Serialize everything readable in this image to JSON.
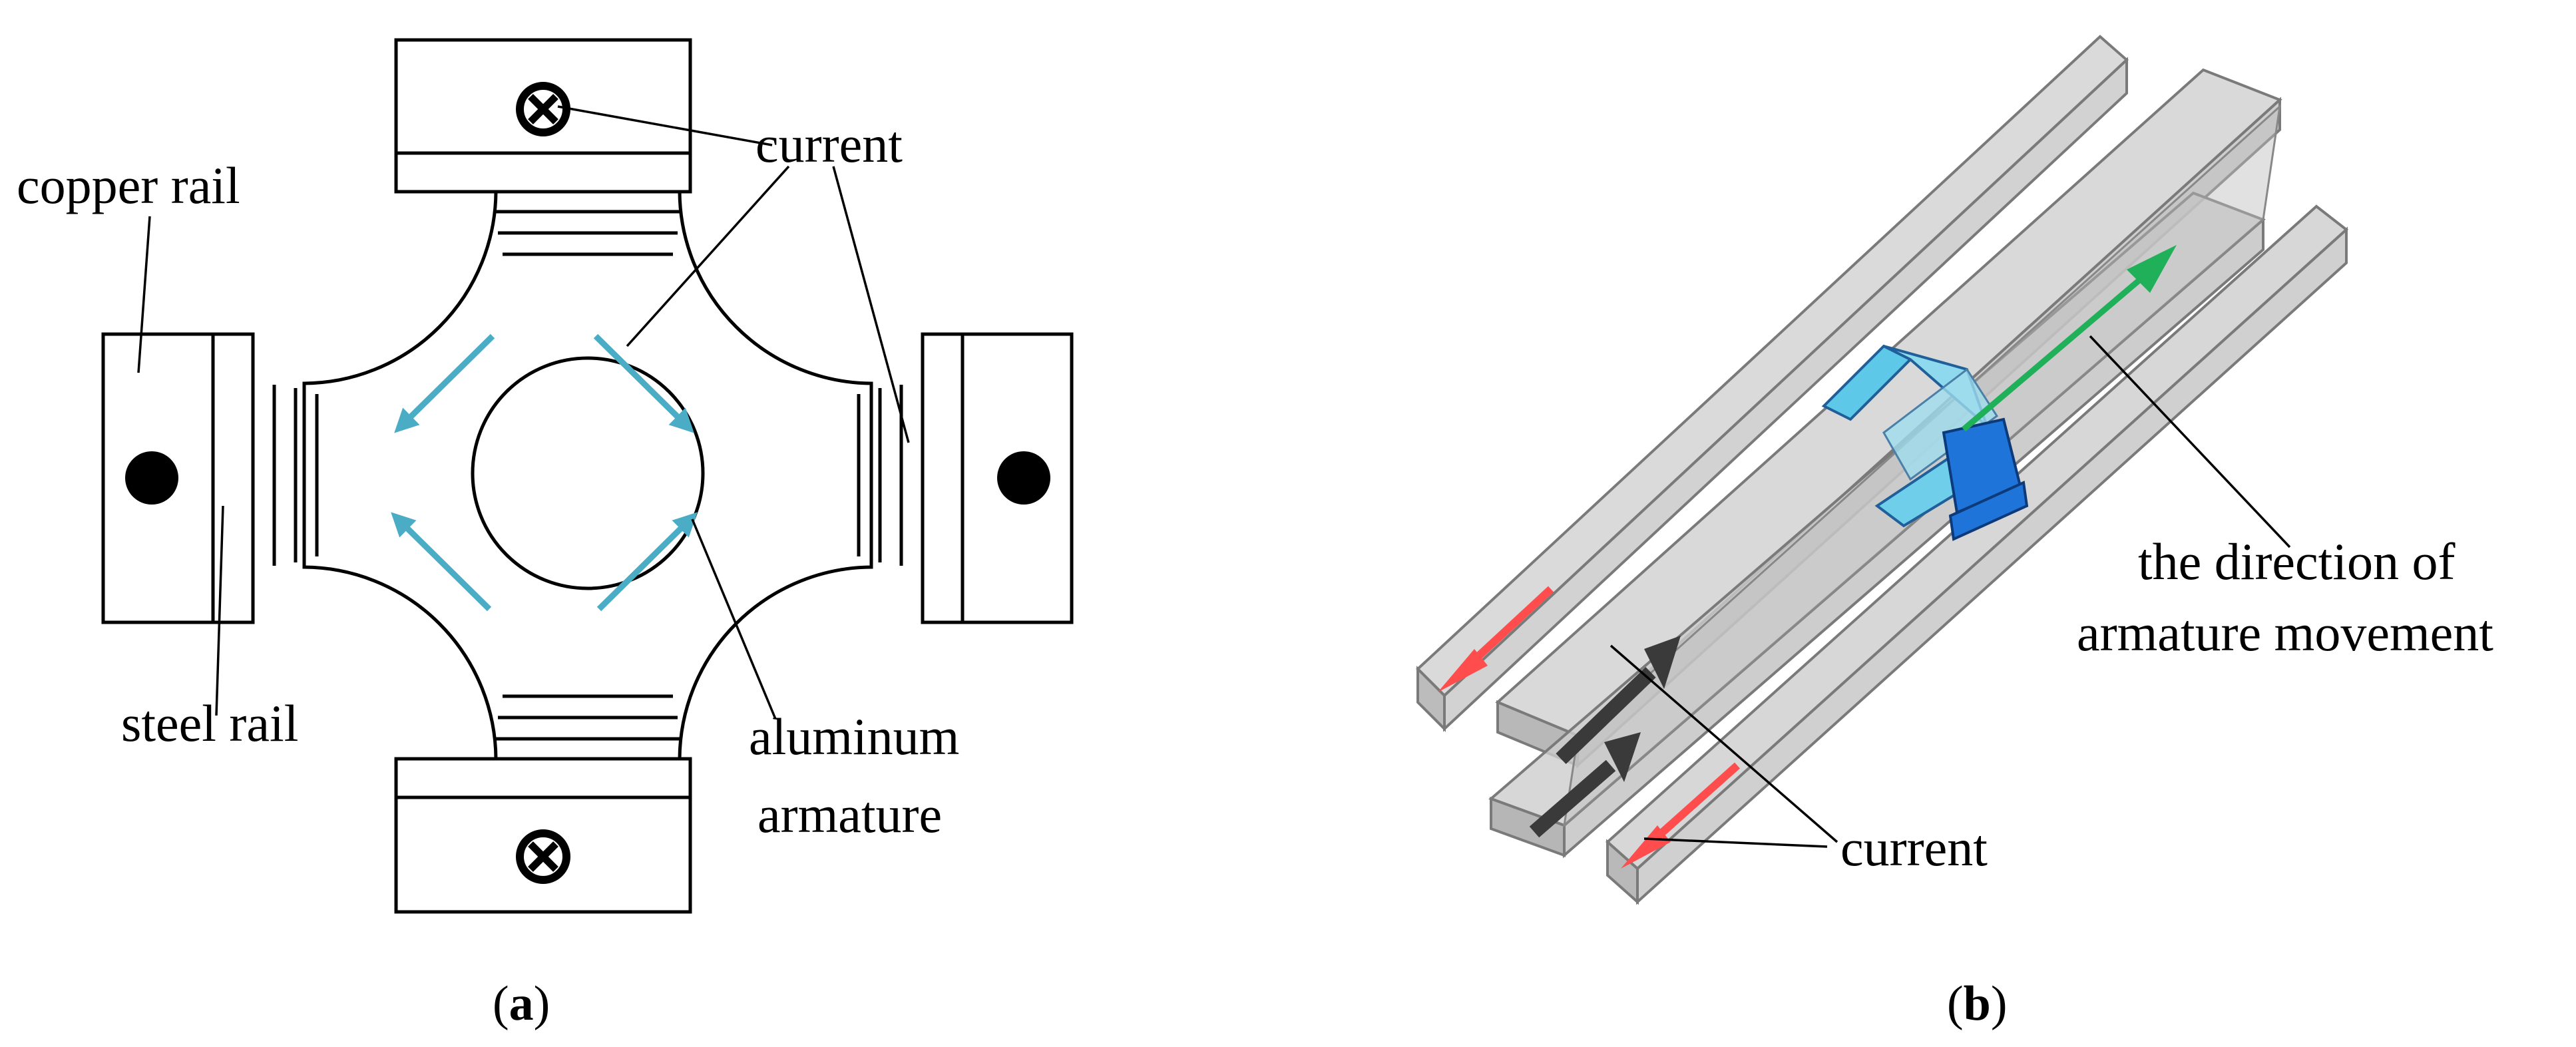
{
  "panel_a": {
    "labels": {
      "current": "current",
      "copper_rail": "copper rail",
      "steel_rail": "steel rail",
      "aluminum_line1": "aluminum",
      "aluminum_line2": "armature"
    },
    "caption_open": "(",
    "caption_letter": "a",
    "caption_close": ")",
    "arrow_color": "#4bacc6"
  },
  "panel_b": {
    "labels": {
      "direction_line1": "the direction of",
      "direction_line2": "armature movement",
      "current": "current"
    },
    "caption_open": "(",
    "caption_letter": "b",
    "caption_close": ")",
    "movement_arrow_color": "#21b05a",
    "rail_current_arrow_color": "#ff4d4d",
    "armature_current_arrow_color": "#3a3a3a",
    "armature_color": "#5ec8e8"
  }
}
